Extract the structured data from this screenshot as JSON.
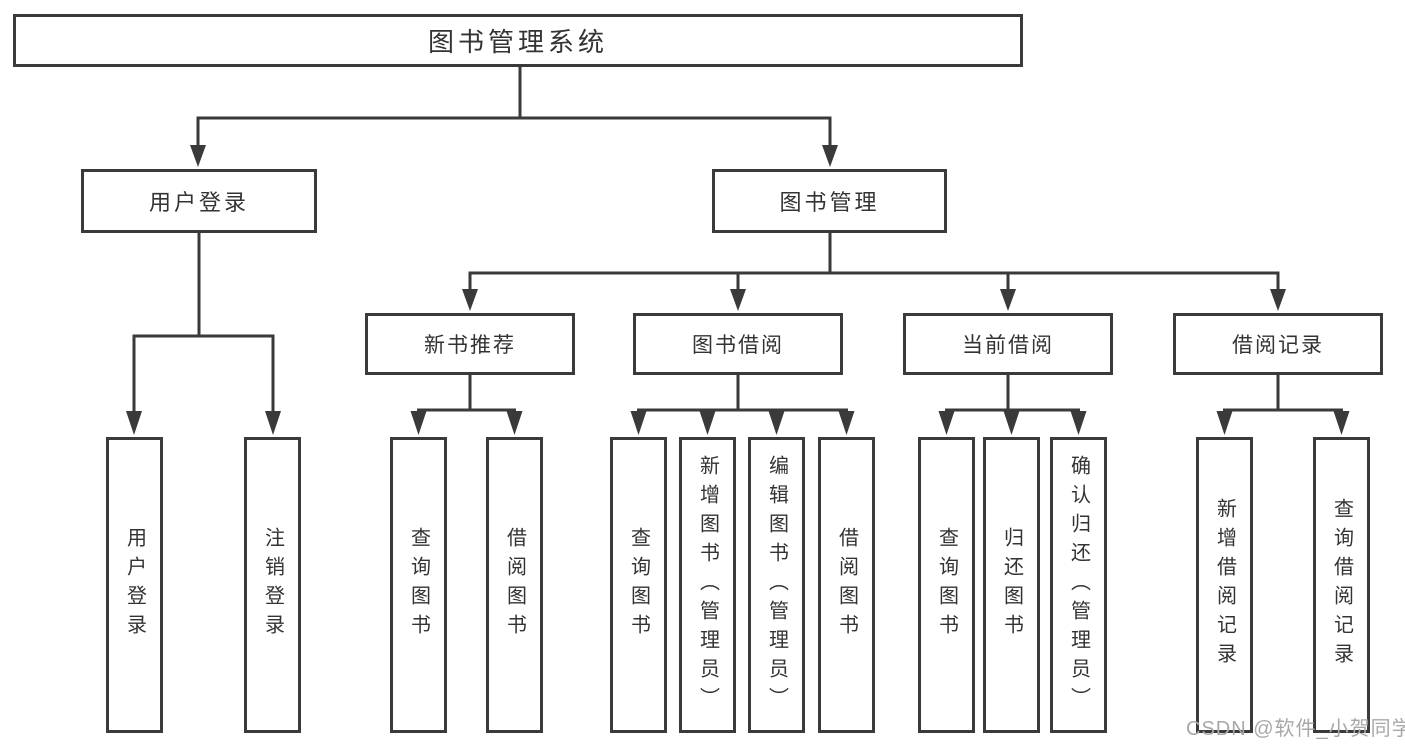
{
  "diagram": {
    "type": "tree",
    "root": {
      "label": "图书管理系统"
    },
    "level2": [
      {
        "label": "用户登录",
        "parent": "图书管理系统"
      },
      {
        "label": "图书管理",
        "parent": "图书管理系统"
      }
    ],
    "level3": [
      {
        "label": "新书推荐",
        "parent": "图书管理"
      },
      {
        "label": "图书借阅",
        "parent": "图书管理"
      },
      {
        "label": "当前借阅",
        "parent": "图书管理"
      },
      {
        "label": "借阅记录",
        "parent": "图书管理"
      }
    ],
    "leaves": [
      {
        "label": "用户登录",
        "parent": "用户登录"
      },
      {
        "label": "注销登录",
        "parent": "用户登录"
      },
      {
        "label": "查询图书",
        "parent": "新书推荐"
      },
      {
        "label": "借阅图书",
        "parent": "新书推荐"
      },
      {
        "label": "查询图书",
        "parent": "图书借阅"
      },
      {
        "label": "新增图书（管理员）",
        "parent": "图书借阅"
      },
      {
        "label": "编辑图书（管理员）",
        "parent": "图书借阅"
      },
      {
        "label": "借阅图书",
        "parent": "图书借阅"
      },
      {
        "label": "查询图书",
        "parent": "当前借阅"
      },
      {
        "label": "归还图书",
        "parent": "当前借阅"
      },
      {
        "label": "确认归还（管理员）",
        "parent": "当前借阅"
      },
      {
        "label": "新增借阅记录",
        "parent": "借阅记录"
      },
      {
        "label": "查询借阅记录",
        "parent": "借阅记录"
      }
    ]
  },
  "watermark": {
    "text": "CSDN @软件_小贺同学"
  },
  "colors": {
    "line": "#3a3a3a",
    "box_border": "#3a3a3a",
    "text": "#333333",
    "background": "#ffffff",
    "watermark": "#a8a8a8"
  }
}
